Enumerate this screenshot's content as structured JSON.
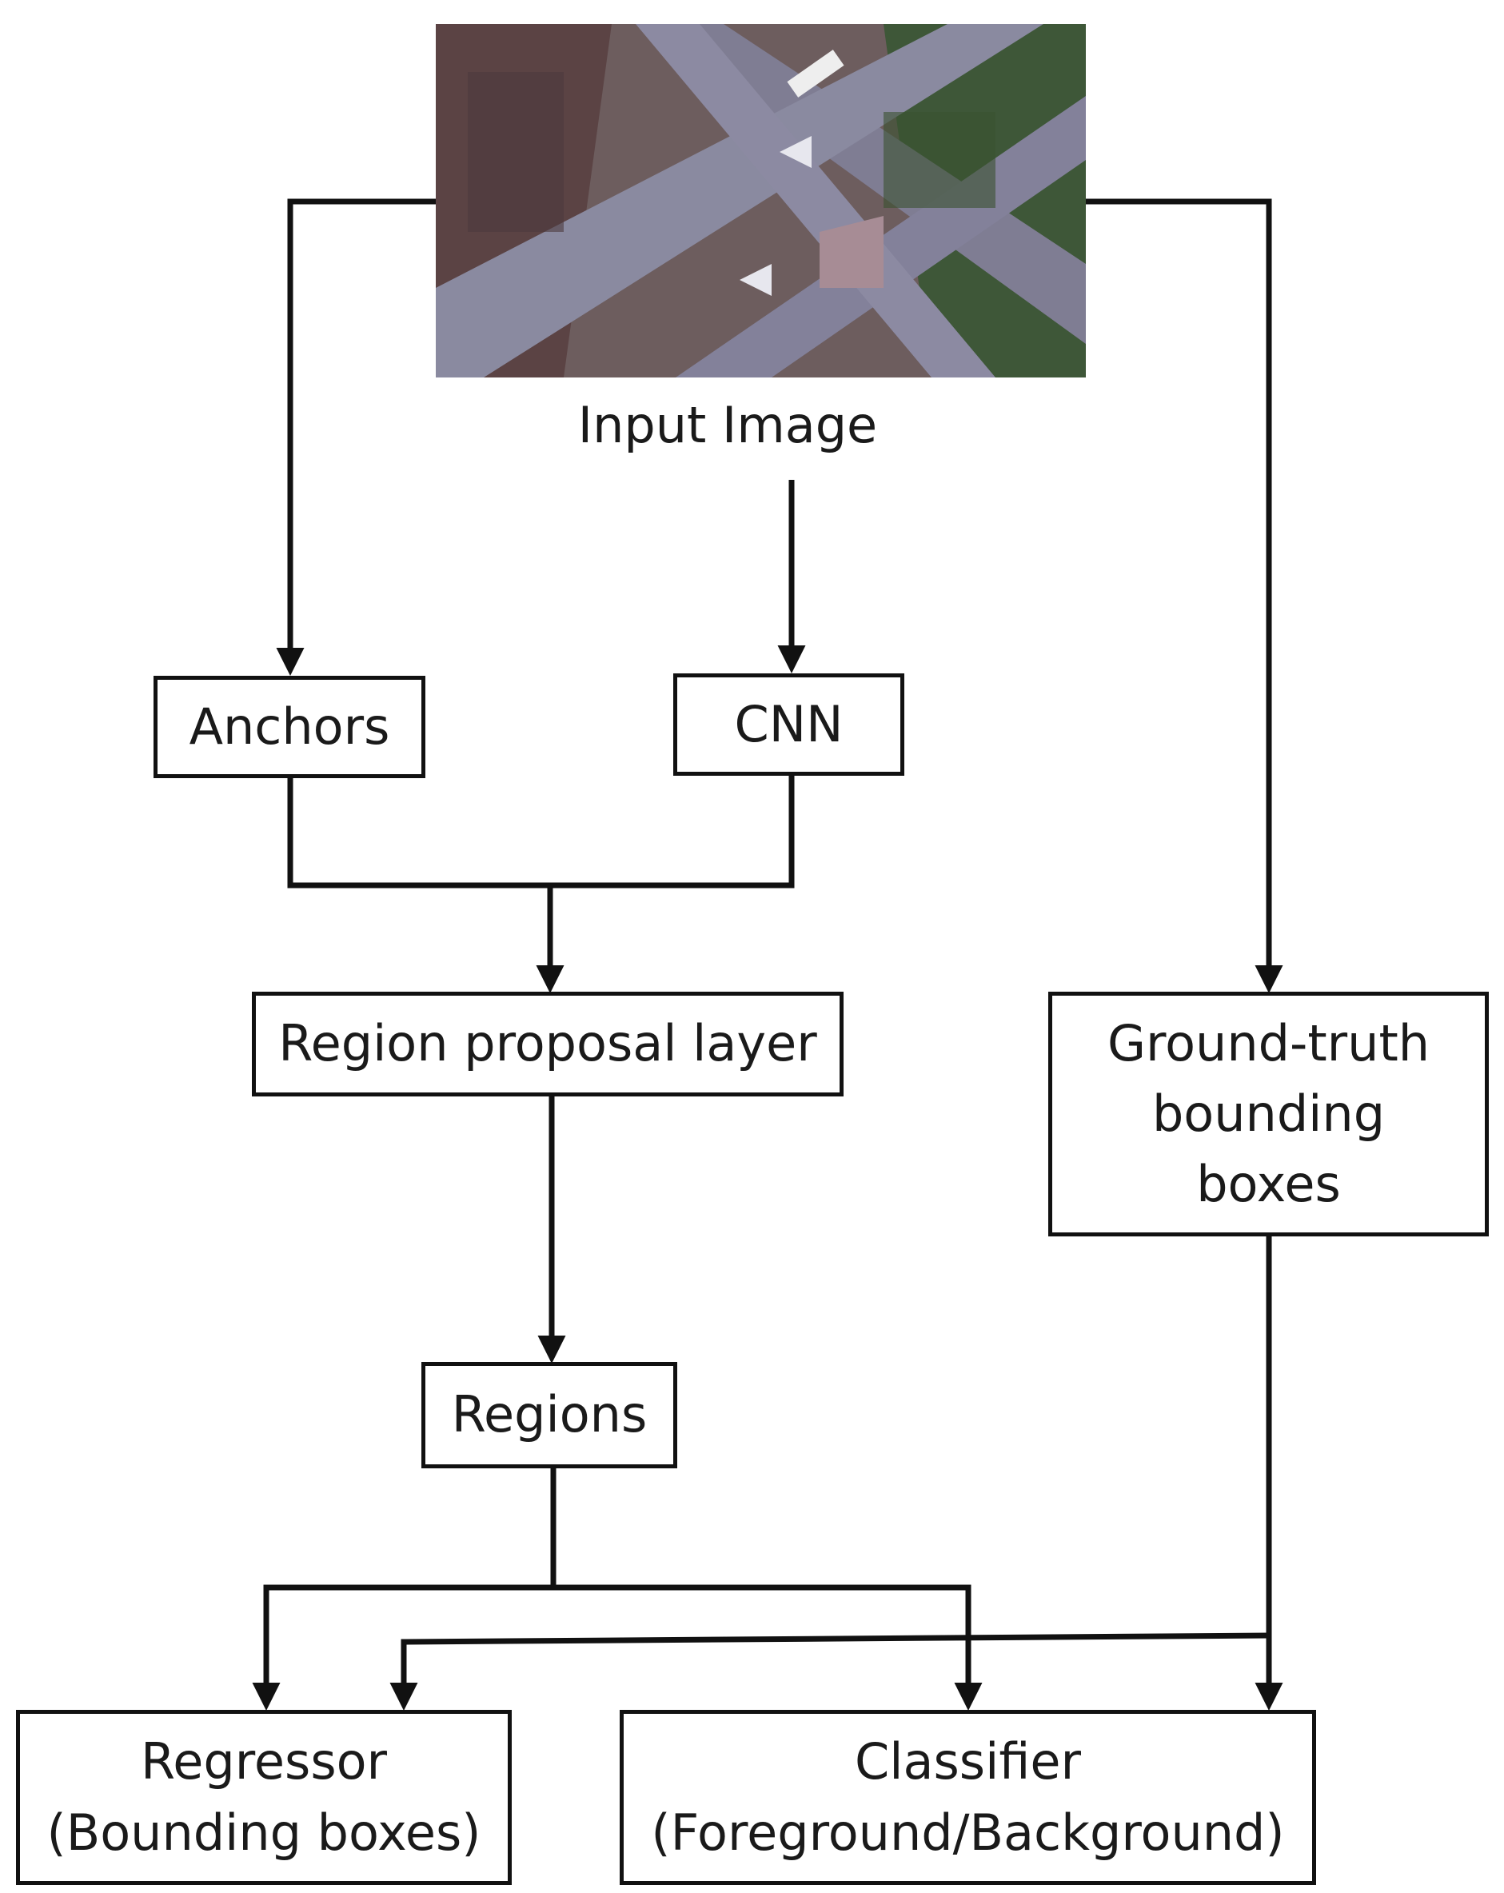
{
  "diagram": {
    "input_caption": "Input Image",
    "nodes": {
      "anchors": "Anchors",
      "cnn": "CNN",
      "region_proposal": "Region proposal layer",
      "regions": "Regions",
      "ground_truth": [
        "Ground-truth",
        "bounding",
        "boxes"
      ],
      "regressor": [
        "Regressor",
        "(Bounding boxes)"
      ],
      "classifier": [
        "Classifier",
        "(Foreground/Background)"
      ]
    }
  },
  "colors": {
    "line": "#111111",
    "background": "#ffffff"
  }
}
